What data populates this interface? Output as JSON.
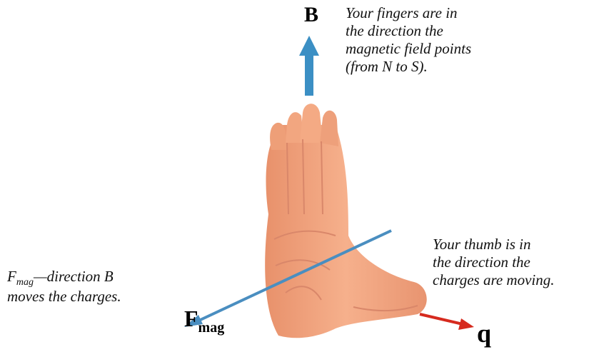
{
  "labels": {
    "b_vector": "B",
    "q_vector": "q",
    "f_vector_main": "F",
    "f_vector_sub": "mag"
  },
  "captions": {
    "fingers": [
      "Your fingers are in",
      "the direction the",
      "magnetic field points",
      "(from N to S)."
    ],
    "thumb": [
      "Your thumb is in",
      "the direction the",
      "charges are moving."
    ],
    "force": {
      "main": "F",
      "sub": "mag",
      "line1_rest": "—direction B",
      "line2": "moves the charges."
    }
  },
  "colors": {
    "b_arrow": "#3b8fc4",
    "f_arrow": "#4a8ec0",
    "q_arrow": "#d62a1e",
    "skin": "#f2a47c",
    "skin_shadow": "#d98a66"
  }
}
